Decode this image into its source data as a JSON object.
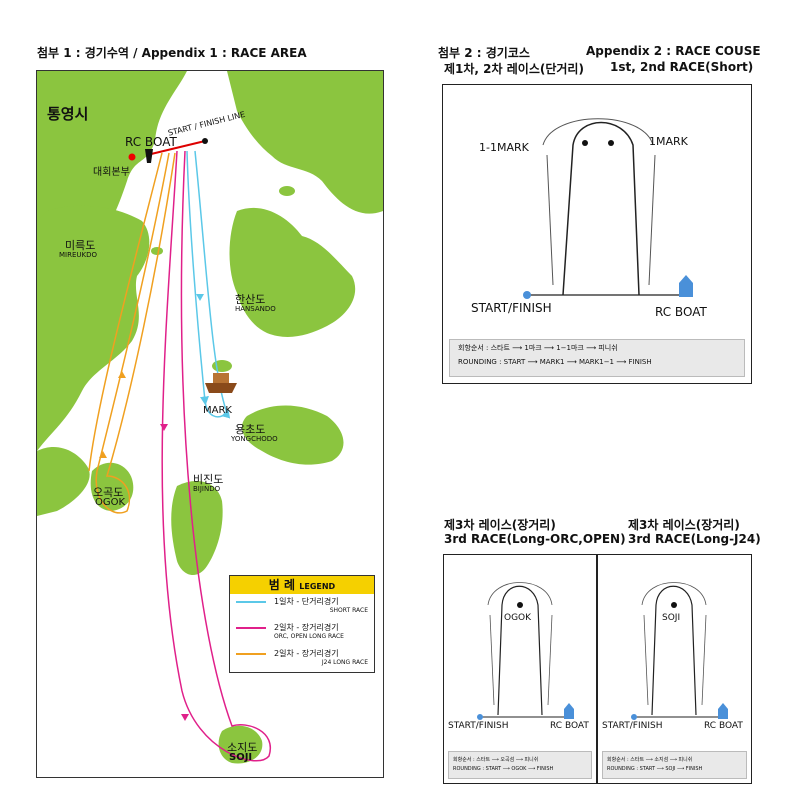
{
  "appendix1": {
    "title": "첨부 1 : 경기수역 / Appendix 1 : RACE AREA",
    "city": "통영시",
    "rc_boat": "RC BOAT",
    "start_finish_line": "START / FINISH LINE",
    "hq": "대회본부",
    "mireukdo_ko": "미륵도",
    "mireukdo_en": "MIREUKDO",
    "hansando_ko": "한산도",
    "hansando_en": "HANSANDO",
    "mark": "MARK",
    "yongchodo_ko": "용초도",
    "yongchodo_en": "YONGCHODO",
    "bijindo_ko": "비진도",
    "bijindo_en": "BIJINDO",
    "ogok_ko": "오곡도",
    "ogok_en": "OGOK",
    "soji_ko": "소지도",
    "soji_en": "SOJI",
    "legend": {
      "title_ko": "범 례",
      "title_en": "LEGEND",
      "items": [
        {
          "ko": "1일차 - 단거리경기",
          "en": "SHORT RACE",
          "color": "#5bc8e8"
        },
        {
          "ko": "2일차 - 장거리경기",
          "en": "ORC, OPEN LONG RACE",
          "color": "#e0208a"
        },
        {
          "ko": "2일차 - 장거리경기",
          "en": "J24 LONG RACE",
          "color": "#f0a020"
        }
      ]
    },
    "colors": {
      "land": "#8bc53f",
      "sea": "#ffffff",
      "legend_header": "#f5d000"
    }
  },
  "appendix2": {
    "title_ko": "첨부 2 : 경기코스",
    "title_ko_sub": "제1차, 2차 레이스(단거리)",
    "title_en": "Appendix 2 :  RACE COUSE",
    "title_en_sub": "1st, 2nd RACE(Short)",
    "mark_left": "1-1MARK",
    "mark_right": "1MARK",
    "start_finish": "START/FINISH",
    "rc_boat": "RC BOAT",
    "rounding_ko": "회항순서 : 스타트 ⟶ 1마크 ⟶ 1−1마크 ⟶ 피니쉬",
    "rounding_en": "ROUNDING : START ⟶ MARK1 ⟶ MARK1−1 ⟶ FINISH"
  },
  "race3_orc": {
    "title_ko": "제3차 레이스(장거리)",
    "title_en": "3rd RACE(Long-ORC,OPEN)",
    "mark": "OGOK",
    "start_finish": "START/FINISH",
    "rc_boat": "RC BOAT",
    "rounding_ko": "회항순서 : 스타트 ⟶ 오곡섬 ⟶ 피니쉬",
    "rounding_en": "ROUNDING : START ⟶ OGOK ⟶ FINISH"
  },
  "race3_j24": {
    "title_ko": "제3차 레이스(장거리)",
    "title_en": "3rd RACE(Long-J24)",
    "mark": "SOJI",
    "start_finish": "START/FINISH",
    "rc_boat": "RC BOAT",
    "rounding_ko": "회항순서 : 스타트 ⟶ 소지섬 ⟶ 피니쉬",
    "rounding_en": "ROUNDING : START ⟶ SOJI ⟶ FINISH"
  }
}
